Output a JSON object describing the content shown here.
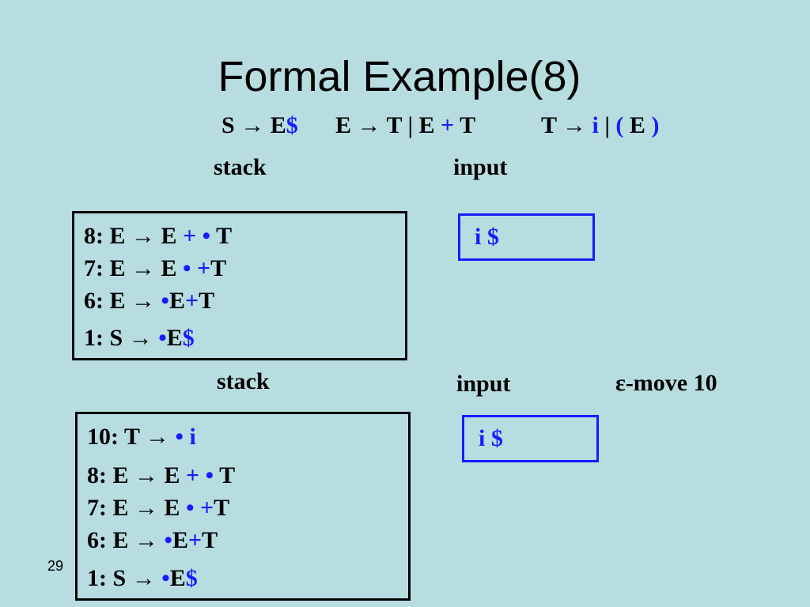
{
  "title": "Formal Example(8)",
  "grammar": {
    "rule1": {
      "lhs": "S",
      "arrow": "→",
      "rhs": "E",
      "end": "$"
    },
    "rule2": {
      "lhs": "E",
      "arrow": "→",
      "rhs1": "T | E",
      "plus": "+",
      "rhs2": "T"
    },
    "rule3": {
      "lhs": "T",
      "arrow": "→",
      "i": "i",
      "bar": "|",
      "lparen": "(",
      "e": "E",
      "rparen": ")"
    }
  },
  "section1": {
    "stack_label": "stack",
    "input_label": "input",
    "stack": [
      {
        "n": "8:",
        "lhs": "E",
        "arrow": "→",
        "a": "E",
        "b": "+",
        "dot": "•",
        "c": "T"
      },
      {
        "n": "7:",
        "lhs": "E",
        "arrow": "→",
        "a": "E",
        "dot": "•",
        "b": "+",
        "c": "T"
      },
      {
        "n": "6:",
        "lhs": "E",
        "arrow": "→",
        "dot": "•",
        "a": "E",
        "b": "+",
        "c": "T"
      },
      {
        "n": "1:",
        "lhs": "S",
        "arrow": "→",
        "dot": "•",
        "a": "E",
        "b": "$"
      }
    ],
    "input": "i $"
  },
  "section2": {
    "stack_label": "stack",
    "input_label": "input",
    "move_label": "ε-move 10",
    "stack": [
      {
        "n": "10:",
        "lhs": "T",
        "arrow": "→",
        "dot": "•",
        "a": "i"
      },
      {
        "n": "8:",
        "lhs": "E",
        "arrow": "→",
        "a": "E",
        "b": "+",
        "dot": "•",
        "c": "T"
      },
      {
        "n": "7:",
        "lhs": "E",
        "arrow": "→",
        "a": "E",
        "dot": "•",
        "b": "+",
        "c": "T"
      },
      {
        "n": "6:",
        "lhs": "E",
        "arrow": "→",
        "dot": "•",
        "a": "E",
        "b": "+",
        "c": "T"
      },
      {
        "n": "1:",
        "lhs": "S",
        "arrow": "→",
        "dot": "•",
        "a": "E",
        "b": "$"
      }
    ],
    "input": "i $"
  },
  "page_number": "29",
  "colors": {
    "background": "#b8dde1",
    "accent": "#1a1aff"
  }
}
